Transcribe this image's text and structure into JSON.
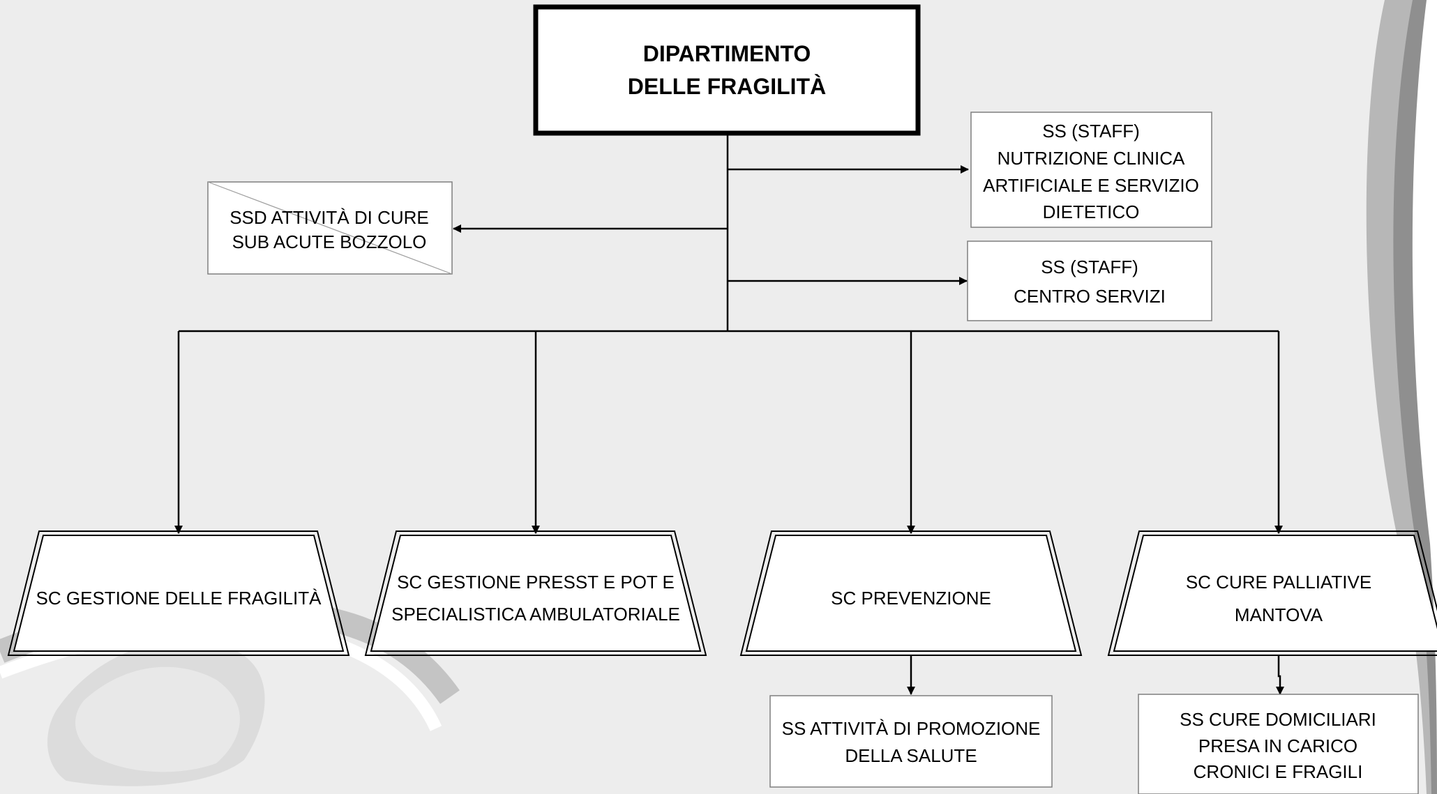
{
  "department": {
    "line1": "DIPARTIMENTO",
    "line2": "DELLE FRAGILITÀ"
  },
  "staff_nutrition": {
    "line1": "SS (STAFF)",
    "line2": "NUTRIZIONE CLINICA",
    "line3": "ARTIFICIALE E SERVIZIO",
    "line4": "DIETETICO"
  },
  "staff_services": {
    "line1": "SS (STAFF)",
    "line2": "CENTRO SERVIZI"
  },
  "ssd_subacute": {
    "line1": "SSD ATTIVITÀ DI CURE",
    "line2": "SUB ACUTE BOZZOLO"
  },
  "sc_fragility": {
    "line1": "SC GESTIONE DELLE FRAGILITÀ"
  },
  "sc_presst": {
    "line1": "SC GESTIONE PRESST E POT E",
    "line2": "SPECIALISTICA AMBULATORIALE"
  },
  "sc_prevention": {
    "line1": "SC PREVENZIONE"
  },
  "sc_palliative": {
    "line1": "SC CURE PALLIATIVE",
    "line2": "MANTOVA"
  },
  "ss_promotion": {
    "line1": "SS ATTIVITÀ DI PROMOZIONE",
    "line2": "DELLA SALUTE"
  },
  "ss_home_care": {
    "line1": "SS CURE DOMICILIARI",
    "line2": "PRESA IN CARICO",
    "line3": "CRONICI E FRAGILI"
  },
  "colors": {
    "background": "#ededed",
    "box_fill": "#ffffff",
    "line": "#000000"
  }
}
